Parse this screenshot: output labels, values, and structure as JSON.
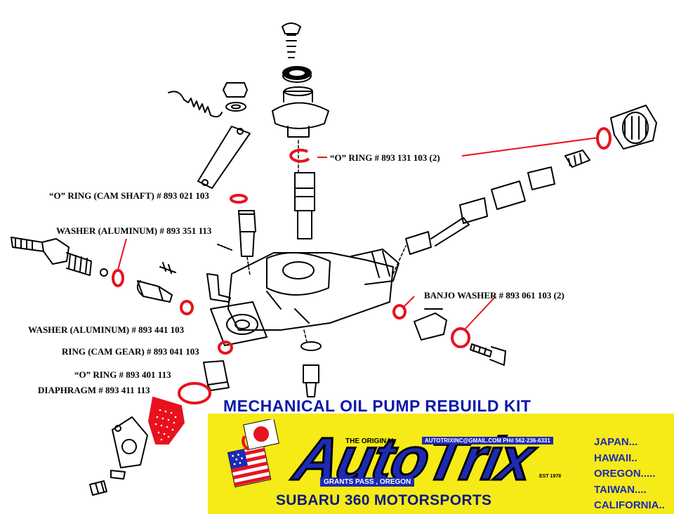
{
  "labels": {
    "o_ring_top": "“O” RING # 893 131 103  (2)",
    "o_ring_cam_shaft": "“O” RING (CAM SHAFT)  # 893 021 103",
    "washer_aluminum_1": "WASHER (ALUMINUM) # 893 351 113",
    "banjo_washer": "BANJO WASHER # 893 061 103 (2)",
    "washer_aluminum_2": "WASHER (ALUMINUM) # 893 441 103",
    "ring_cam_gear": "RING (CAM GEAR) # 893 041 103",
    "o_ring_lower": "“O” RING # 893 401 113",
    "diaphragm": "DIAPHRAGM # 893 411 113"
  },
  "title": "MECHANICAL OIL PUMP REBUILD KIT",
  "banner": {
    "tagline": "THE ORIGINAL",
    "email": "AUTOTRIXINC@GMAIL.COM PH# 562-236-6331",
    "logo_word": "AutoTrix",
    "city": "GRANTS PASS , OREGON",
    "established": "EST 1978",
    "subtitle": "SUBARU 360 MOTORSPORTS",
    "places": [
      "JAPAN...",
      "HAWAII..",
      "OREGON.....",
      "TAIWAN....",
      "CALIFORNIA.."
    ]
  },
  "colors": {
    "highlight": "#e8121e",
    "title": "#0a1aa8",
    "banner_bg": "#f6ea17",
    "logo_blue": "#1d2ab3"
  }
}
